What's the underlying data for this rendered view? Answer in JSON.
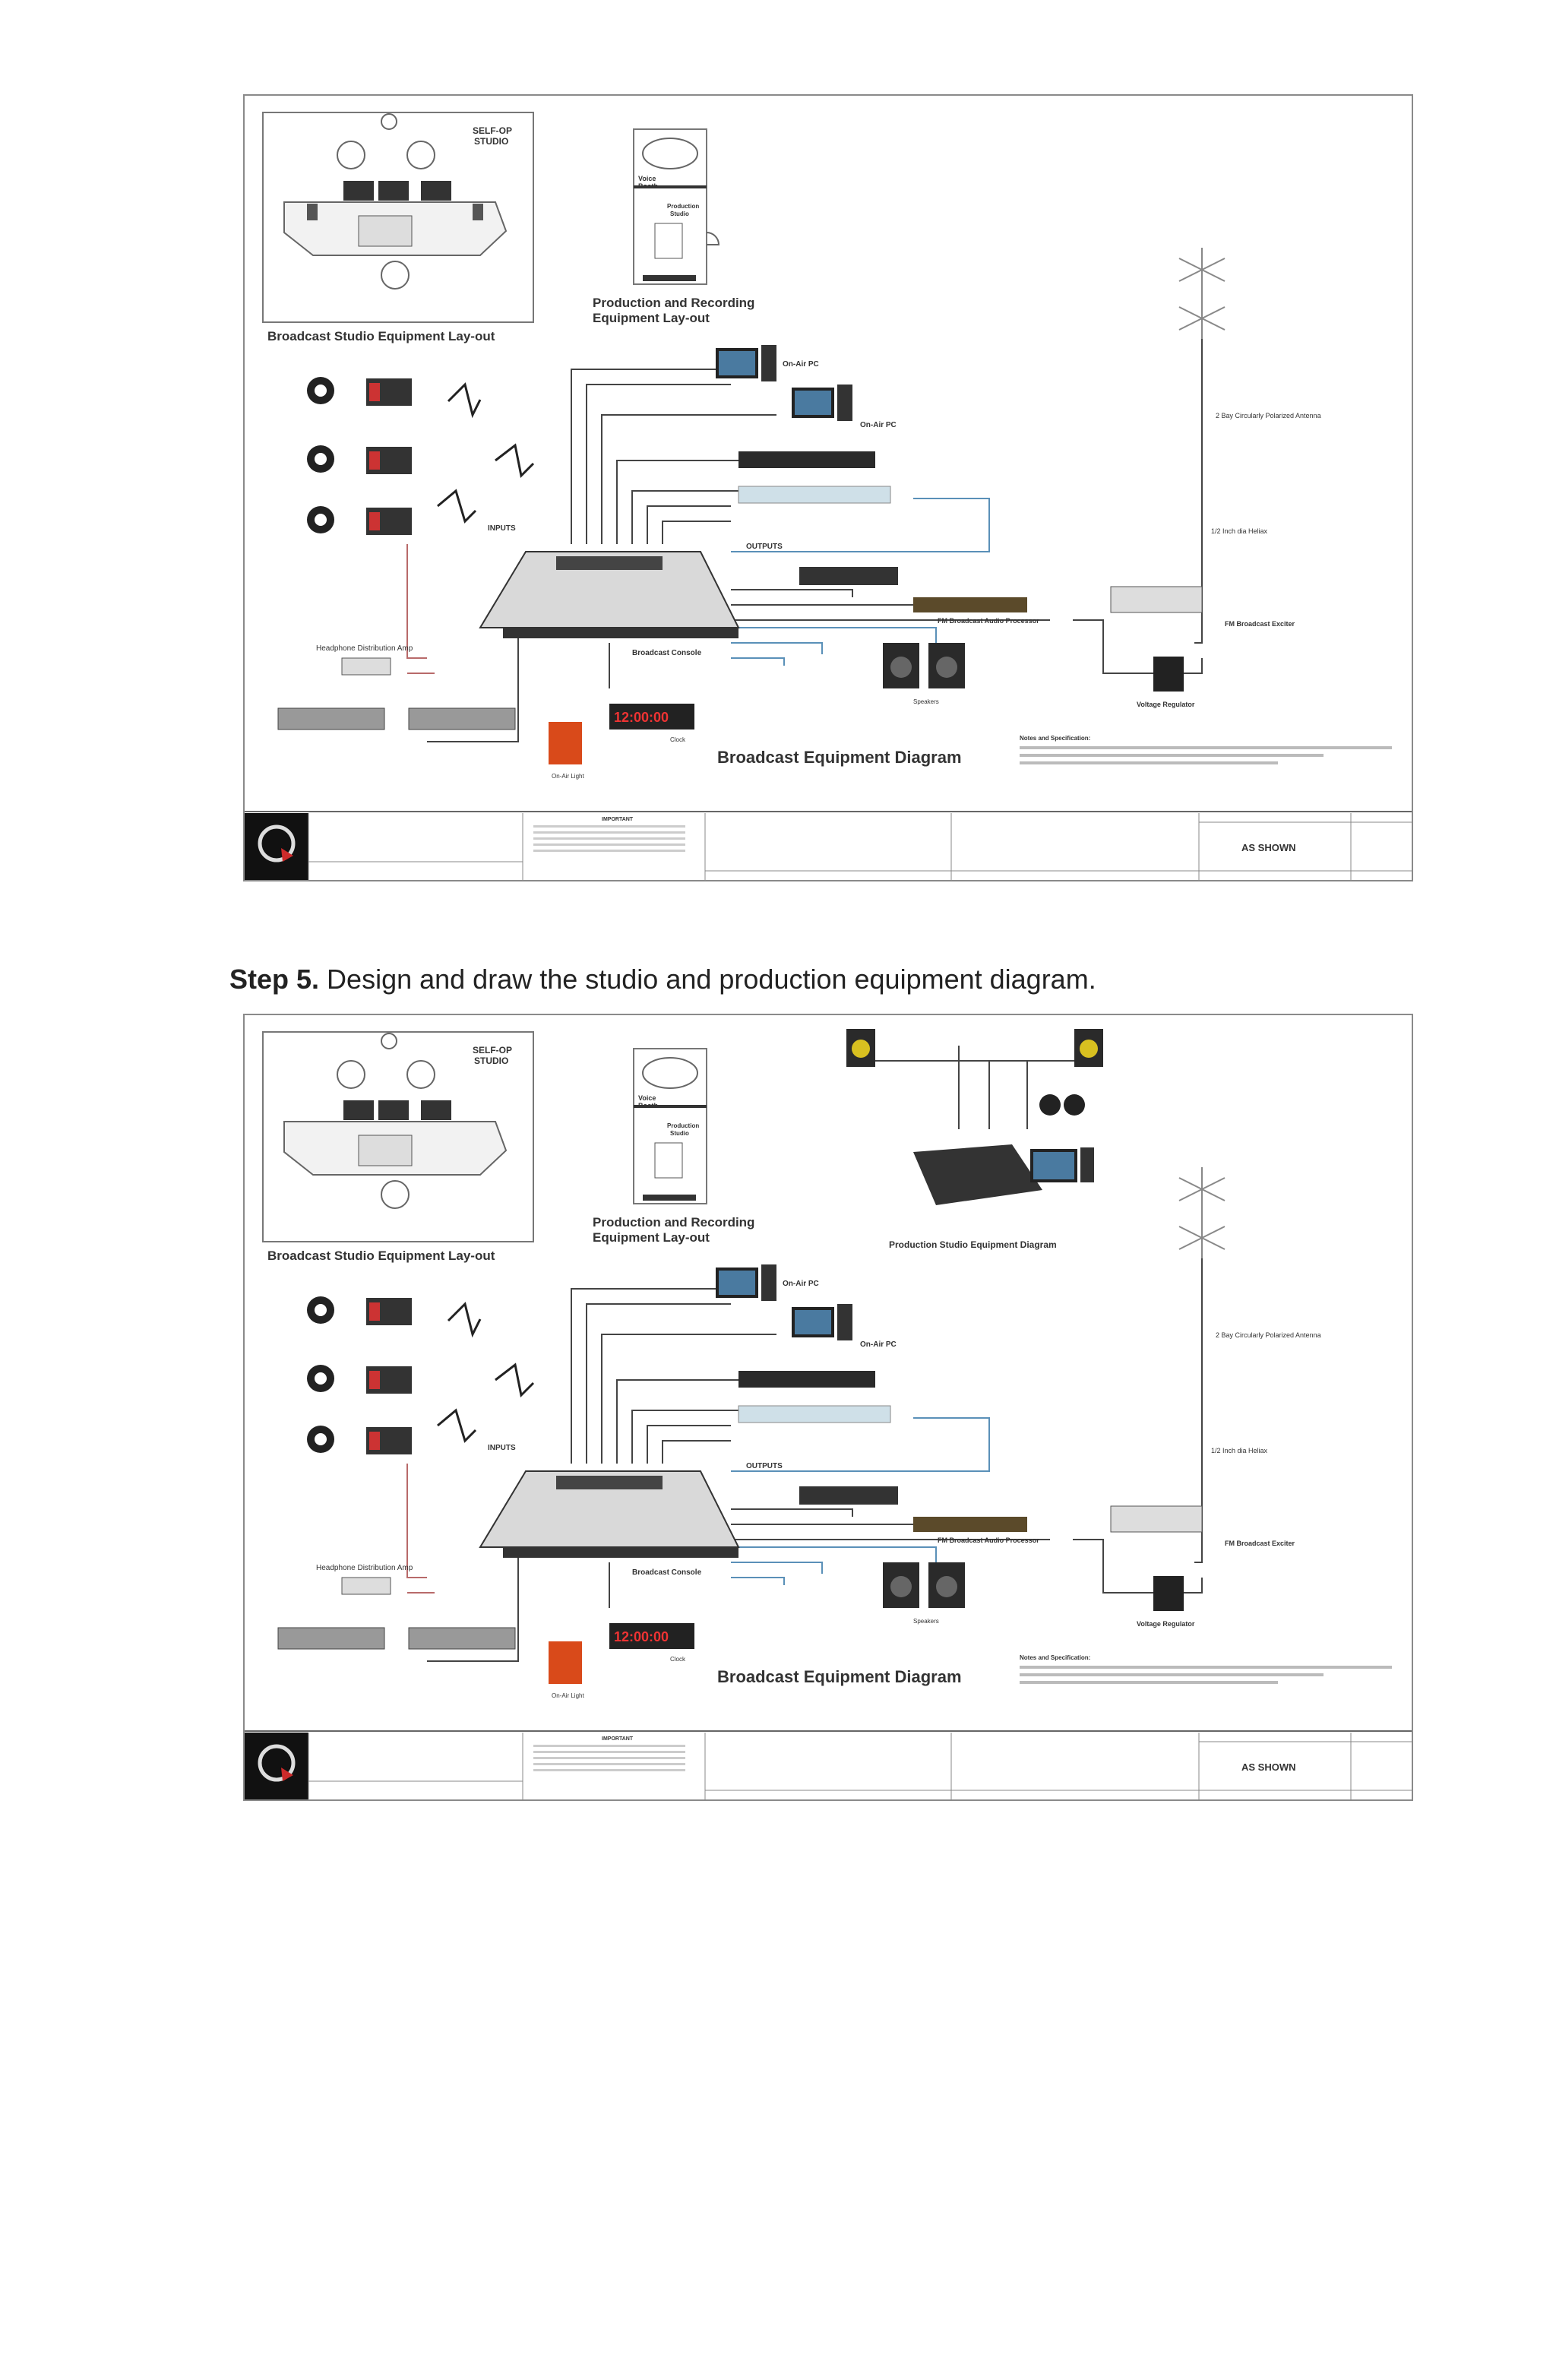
{
  "step": {
    "label": "Step 5.",
    "text": " Design and draw the studio and production equipment diagram."
  },
  "diagram": {
    "layout_title": "Broadcast Studio Equipment Lay-out",
    "self_op": "SELF-OP",
    "studio": "STUDIO",
    "production_title_1": "Production and Recording",
    "production_title_2": "Equipment Lay-out",
    "voice_booth_1": "Voice",
    "voice_booth_2": "Booth",
    "production_studio_1": "Production",
    "production_studio_2": "Studio",
    "on_air_pc": "On-Air PC",
    "inputs": "INPUTS",
    "outputs": "OUTPUTS",
    "headphone_amp": "Headphone Distribution Amp",
    "broadcast_console": "Broadcast Console",
    "fm_processor": "FM Broadcast Audio Processor",
    "fm_exciter": "FM Broadcast Exciter",
    "antenna": "2 Bay Circularly Polarized Antenna",
    "heliax": "1/2 Inch dia Heliax",
    "voltage_regulator": "Voltage Regulator",
    "on_air_light": "On-Air Light",
    "clock": "Clock",
    "clock_digits": "12:00:00",
    "speakers": "Speakers",
    "diagram_title": "Broadcast Equipment Diagram",
    "production_diagram_title": "Production Studio Equipment Diagram",
    "notes_title": "Notes and Specification:",
    "as_shown": "AS SHOWN",
    "important": "IMPORTANT"
  },
  "colors": {
    "line": "#444444",
    "blue_line": "#5a90b8",
    "red_line": "#b86a6a",
    "title_block": "#666666",
    "logo_bg": "#111111",
    "logo_accent": "#cc2a2a"
  }
}
